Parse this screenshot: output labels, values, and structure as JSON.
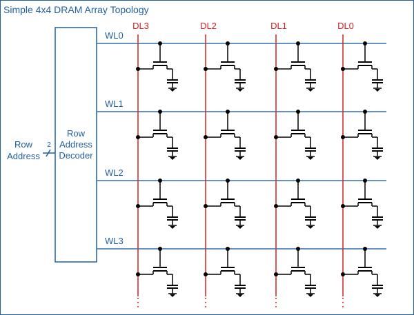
{
  "title": "Simple 4x4 DRAM Array Topology",
  "decoder": {
    "lines": [
      "Row",
      "Address",
      "Decoder"
    ]
  },
  "row_address": {
    "lines": [
      "Row",
      "Address"
    ],
    "bus_width": "2"
  },
  "word_lines": [
    "WL0",
    "WL1",
    "WL2",
    "WL3"
  ],
  "data_lines": [
    "DL3",
    "DL2",
    "DL1",
    "DL0"
  ],
  "colors": {
    "frame": "#1f5f9f",
    "word_line": "#2f6fb5",
    "data_line": "#d42020",
    "text_blue": "#1f5f9f",
    "circuit": "#000000"
  }
}
